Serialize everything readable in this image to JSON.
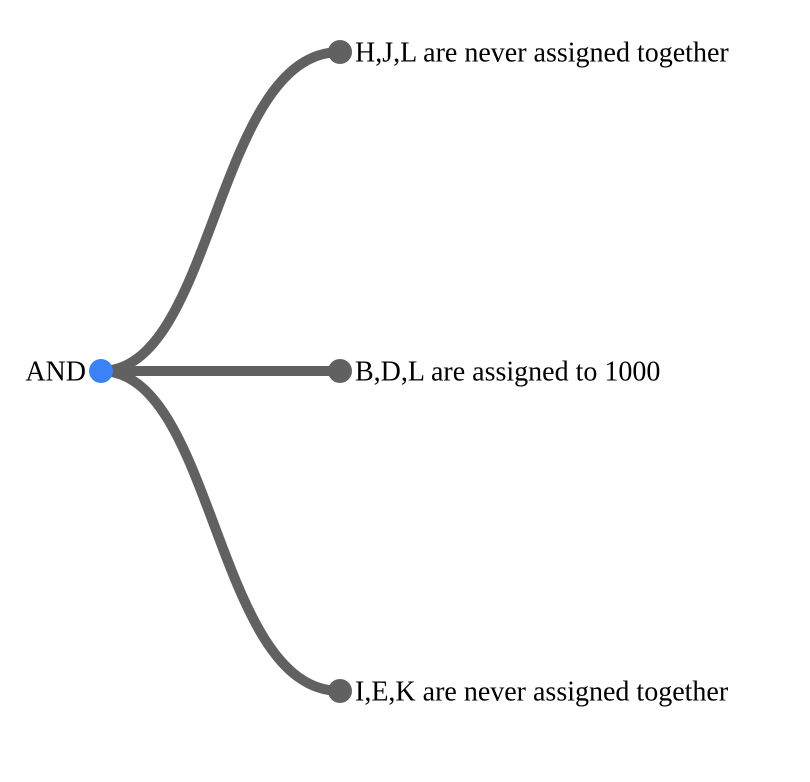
{
  "diagram": {
    "root": {
      "label": "AND",
      "color": "#3b82f6"
    },
    "children": [
      {
        "label": "H,J,L are never assigned together"
      },
      {
        "label": "B,D,L are assigned to 1000"
      },
      {
        "label": "I,E,K are never assigned together"
      }
    ],
    "colors": {
      "link": "#616161",
      "child_node": "#616161"
    }
  }
}
